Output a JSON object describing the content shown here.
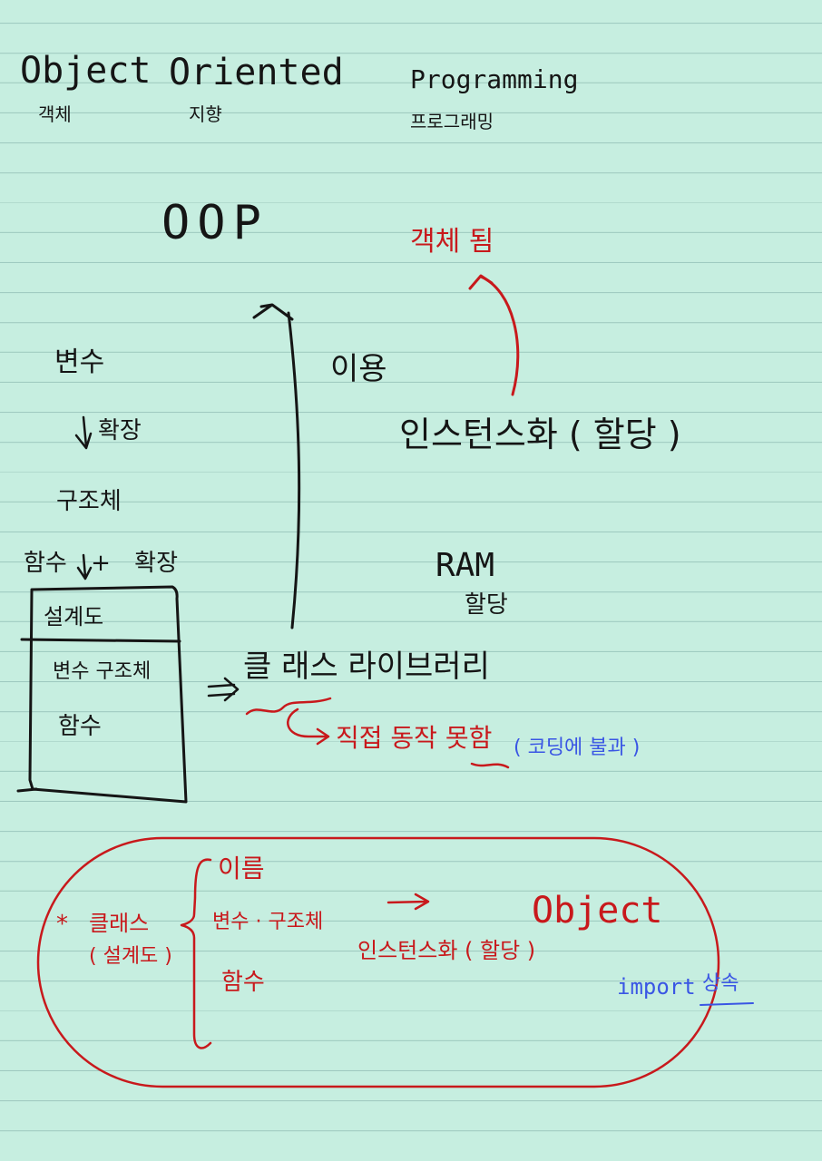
{
  "heading": {
    "object": "Object",
    "oriented": "Oriented",
    "programming": "Programming",
    "object_ko": "객체",
    "oriented_ko": "지향",
    "programming_ko": "프로그래밍"
  },
  "oop": "OOP",
  "becomes_object": "객체 됨",
  "use": "이용",
  "instantiation_allocation": "인스턴스화 ( 할당 )",
  "left_chain": {
    "variable": "변수",
    "extend": "확장",
    "struct": "구조체",
    "function_plus_extend": "함수 + 확장"
  },
  "blueprint_box": {
    "title": "설계도",
    "row1": "변수 구조체",
    "row2": "함수"
  },
  "ram": {
    "label": "RAM",
    "sub": "할당"
  },
  "class_library": "클 래스 라이브러리",
  "direct_use": "직접 동작 못함",
  "direct_use_note": "( 코딩에 불과 )",
  "summary": {
    "class_label": "클래스",
    "class_sub": "( 설계도 )",
    "items": [
      "이름",
      "변수 · 구조체",
      "함수"
    ],
    "instantiation": "인스턴스화 ( 할당 )",
    "object": "Object",
    "import": "import",
    "import_ko": "상속"
  },
  "colors": {
    "paper": "#c6eee0",
    "rule": "#9ec9bf",
    "black_ink": "#151515",
    "red_ink": "#c8191c",
    "blue_ink": "#3a56e4"
  }
}
